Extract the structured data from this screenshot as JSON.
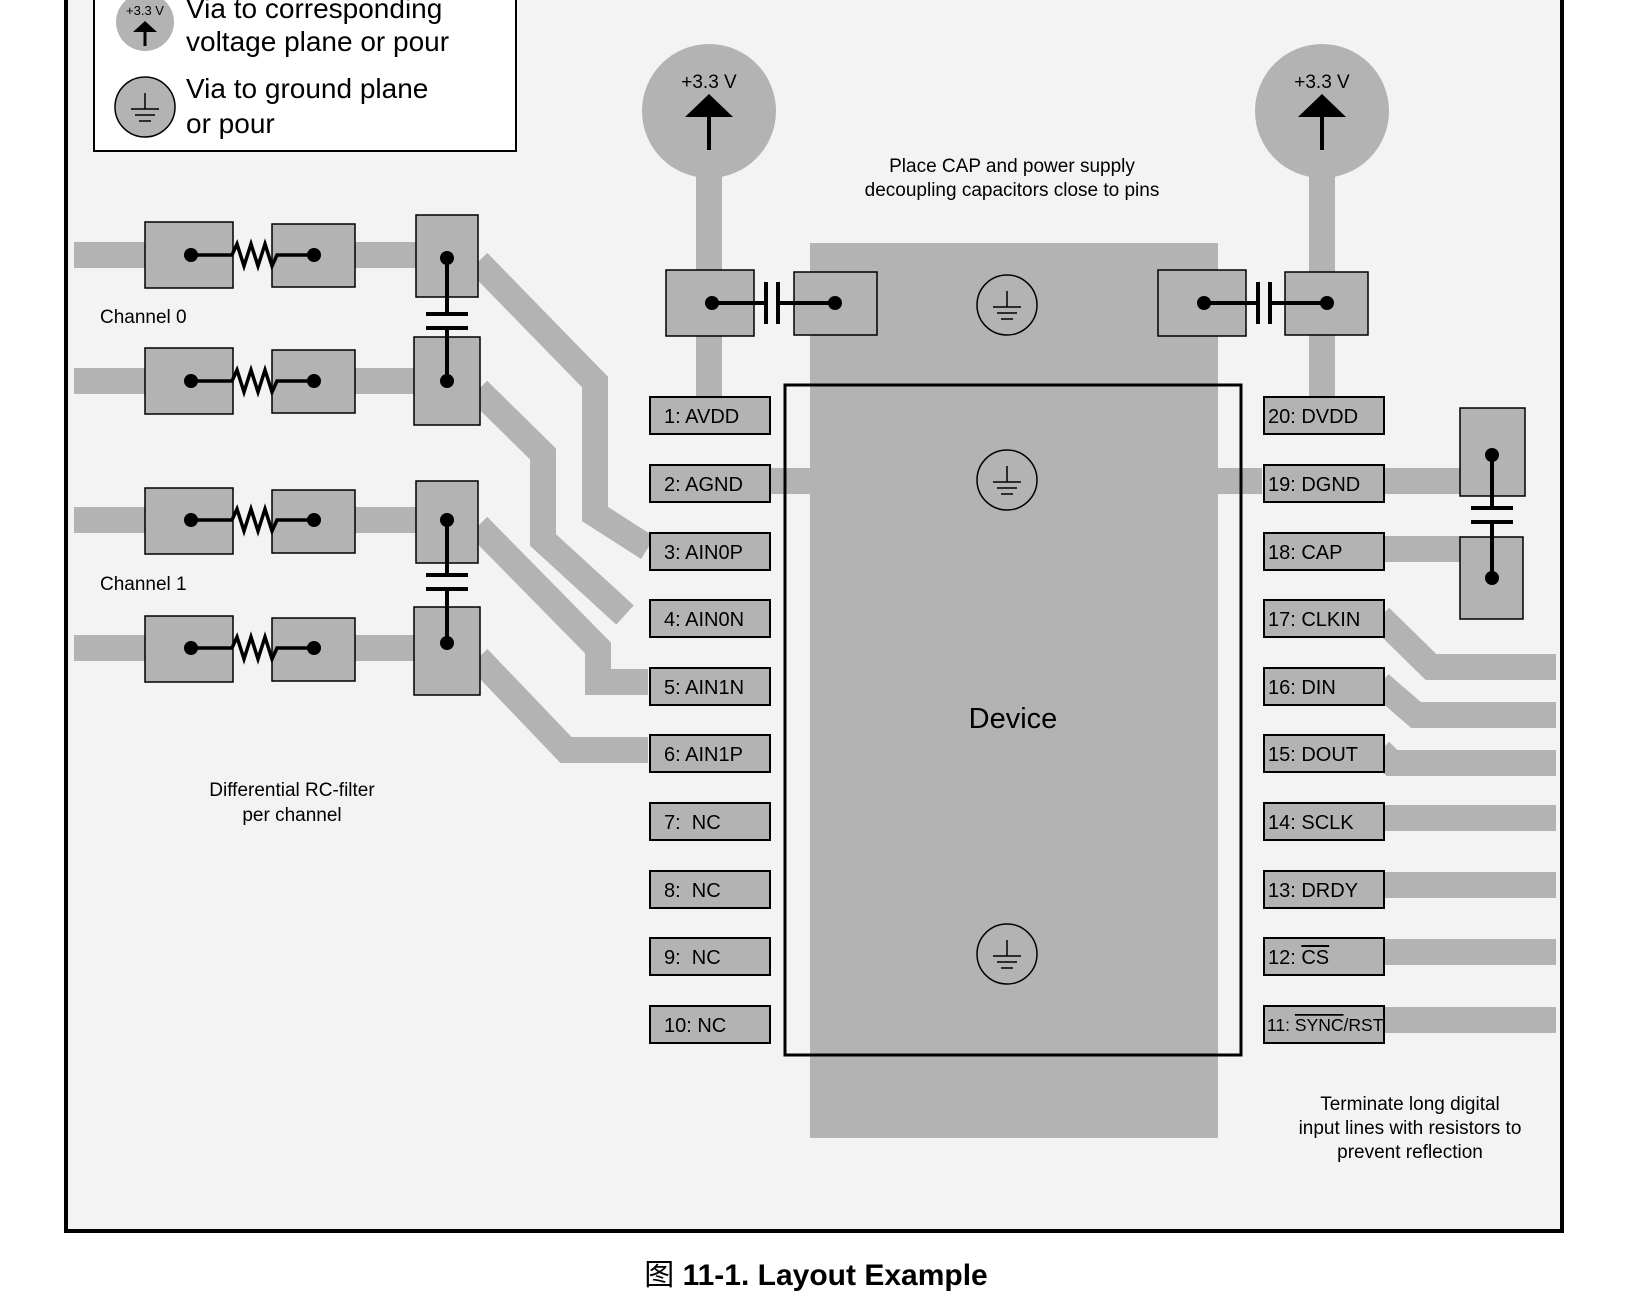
{
  "legend": {
    "power_via_label": "+3.3 V",
    "power_text_line1": "Via to corresponding",
    "power_text_line2": "voltage plane or pour",
    "ground_text_line1": "Via to ground plane",
    "ground_text_line2": "or pour"
  },
  "vias": {
    "left_label": "+3.3 V",
    "right_label": "+3.3 V"
  },
  "notes": {
    "decoupling_line1": "Place CAP and power supply",
    "decoupling_line2": "decoupling capacitors close to pins",
    "channel0": "Channel 0",
    "channel1": "Channel 1",
    "rc_filter_line1": "Differential RC-filter",
    "rc_filter_line2": "per channel",
    "terminate_line1": "Terminate long digital",
    "terminate_line2": "input lines with resistors to",
    "terminate_line3": "prevent reflection"
  },
  "device": {
    "label": "Device"
  },
  "pins_left": [
    "1: AVDD",
    "2: AGND",
    "3: AIN0P",
    "4: AIN0N",
    "5: AIN1N",
    "6: AIN1P",
    "7:  NC",
    "8:  NC",
    "9:  NC",
    "10: NC"
  ],
  "pins_right": [
    "20: DVDD",
    "19: DGND",
    "18: CAP",
    "17: CLKIN",
    "16: DIN",
    "15: DOUT",
    "14: SCLK",
    "13: DRDY"
  ],
  "pin12": {
    "prefix": "12: ",
    "overbar": "CS"
  },
  "pin11": {
    "prefix": "11: ",
    "overbar": "SYNC",
    "suffix": "/RST"
  },
  "caption": {
    "prefix": "图 ",
    "bold": "11-1. Layout Example"
  },
  "colors": {
    "background": "#f3f3f3",
    "copper": "#b3b3b3",
    "outline": "#000000"
  }
}
